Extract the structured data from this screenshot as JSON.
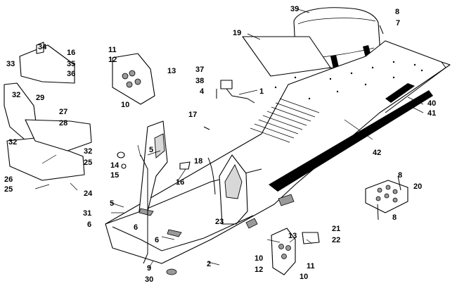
{
  "labels": {
    "n1": "1",
    "n2": "2",
    "n4": "4",
    "n5a": "5",
    "n5b": "5",
    "n6a": "6",
    "n6b": "6",
    "n6c": "6",
    "n7": "7",
    "n8a": "8",
    "n8b": "8",
    "n8c": "8",
    "n9": "9",
    "n10a": "10",
    "n10b": "10",
    "n10c": "10",
    "n11a": "11",
    "n11b": "11",
    "n12a": "12",
    "n12b": "12",
    "n13a": "13",
    "n13b": "13",
    "n14": "14",
    "n15": "15",
    "n16a": "16",
    "n16b": "16",
    "n17": "17",
    "n18": "18",
    "n19": "19",
    "n20": "20",
    "n21": "21",
    "n22": "22",
    "n23": "23",
    "n24": "24",
    "n25a": "25",
    "n25b": "25",
    "n26": "26",
    "n27": "27",
    "n28": "28",
    "n29": "29",
    "n30": "30",
    "n31": "31",
    "n32a": "32",
    "n32b": "32",
    "n32c": "32",
    "n33": "33",
    "n34": "34",
    "n35": "35",
    "n36": "36",
    "n37": "37",
    "n38": "38",
    "n39": "39",
    "n40": "40",
    "n41": "41",
    "n42": "42"
  },
  "colors": {
    "ink": "#000000",
    "paper": "#ffffff",
    "shade": "#9a9a9a"
  }
}
